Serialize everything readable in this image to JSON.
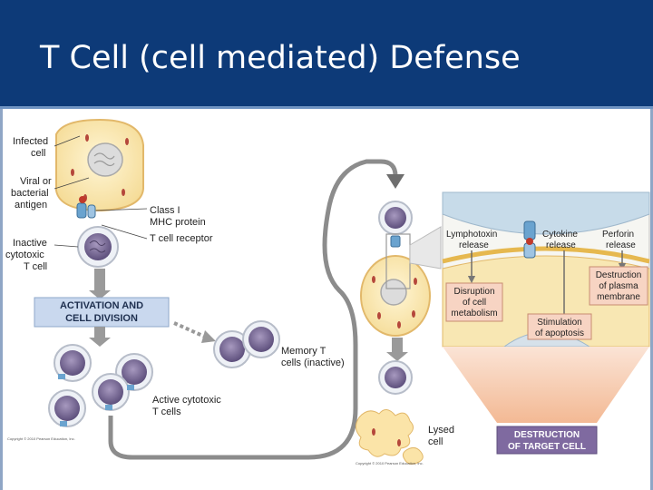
{
  "slide": {
    "title": "T Cell (cell mediated) Defense"
  },
  "labels": {
    "infected_cell": [
      "Infected",
      "cell"
    ],
    "viral_antigen": [
      "Viral or",
      "bacterial",
      "antigen"
    ],
    "class1_mhc": [
      "Class I",
      "MHC protein"
    ],
    "t_cell_receptor": "T cell receptor",
    "inactive_tc": [
      "Inactive",
      "cytotoxic",
      "T cell"
    ],
    "activation_box": [
      "ACTIVATION AND",
      "CELL DIVISION"
    ],
    "memory_t": [
      "Memory T",
      "cells (inactive)"
    ],
    "active_tc": [
      "Active cytotoxic",
      "T cells"
    ],
    "lysed_cell": [
      "Lysed",
      "cell"
    ],
    "lymphotoxin": [
      "Lymphotoxin",
      "release"
    ],
    "cytokine": [
      "Cytokine",
      "release"
    ],
    "perforin": [
      "Perforin",
      "release"
    ],
    "disruption": [
      "Disruption",
      "of cell",
      "metabolism"
    ],
    "destruction_membrane": [
      "Destruction",
      "of plasma",
      "membrane"
    ],
    "stimulation": [
      "Stimulation",
      "of apoptosis"
    ],
    "destruction_target": [
      "DESTRUCTION",
      "OF TARGET CELL"
    ],
    "copyright_left": "Copyright © 2010 Pearson Education, Inc.",
    "copyright_bottom": "Copyright © 2010 Pearson Education, Inc."
  },
  "colors": {
    "title_bg": "#0d3a78",
    "cell_fill": "#fbe9b4",
    "cell_stroke": "#e2b86a",
    "t_cell_fill": "#eef1f6",
    "t_nucleus": "#7e6f98",
    "activation_box": "#c9d8ee",
    "destruction_box": "#7f6aa0",
    "arrow_gray": "#777777",
    "funnel": "#f5c9ae"
  }
}
